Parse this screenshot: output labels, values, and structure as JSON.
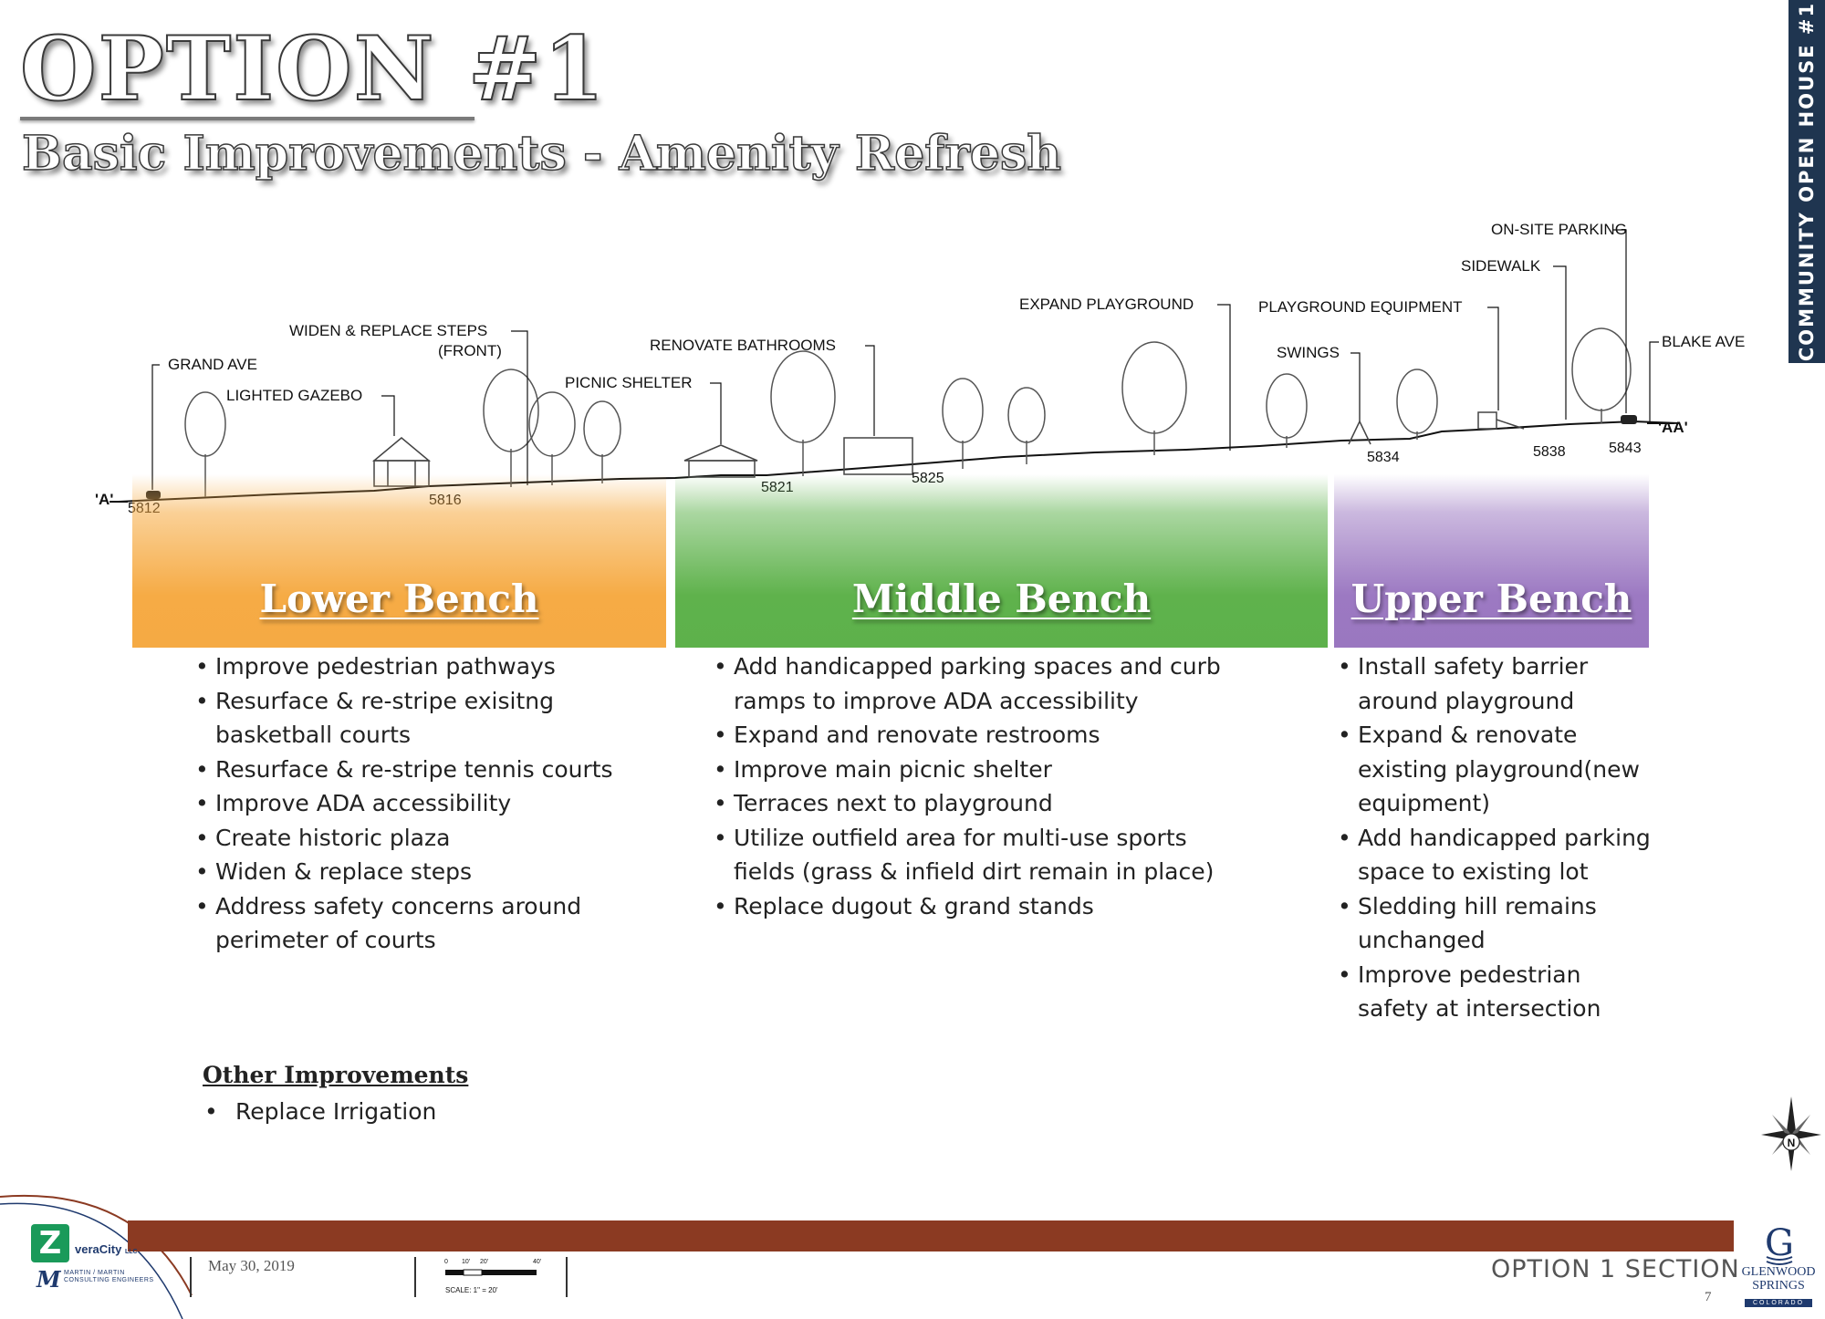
{
  "title": "OPTION #1",
  "subtitle": "Basic Improvements - Amenity Refresh",
  "side_tab": "COMMUNITY OPEN HOUSE #1",
  "section": {
    "markers": {
      "start": "'A'",
      "end": "'AA'"
    },
    "callouts": {
      "grand_ave": "GRAND AVE",
      "lighted_gazebo": "LIGHTED GAZEBO",
      "widen_steps": "WIDEN & REPLACE STEPS",
      "widen_steps_2": "(FRONT)",
      "picnic_shelter": "PICNIC SHELTER",
      "renovate_bathrooms": "RENOVATE BATHROOMS",
      "expand_playground": "EXPAND PLAYGROUND",
      "playground_equipment": "PLAYGROUND EQUIPMENT",
      "swings": "SWINGS",
      "sidewalk": "SIDEWALK",
      "on_site_parking": "ON-SITE PARKING",
      "blake_ave": "BLAKE AVE"
    },
    "elevations": [
      "5812",
      "5816",
      "5821",
      "5825",
      "5834",
      "5838",
      "5843"
    ]
  },
  "benches": {
    "lower": {
      "title": "Lower Bench",
      "color": "#f6ab45",
      "items": [
        "Improve pedestrian pathways",
        "Resurface & re-stripe exisitng basketball courts",
        "Resurface & re-stripe tennis courts",
        "Improve ADA accessibility",
        "Create historic plaza",
        "Widen & replace steps",
        "Address safety concerns around perimeter of courts"
      ]
    },
    "middle": {
      "title": "Middle Bench",
      "color": "#5fb24c",
      "items": [
        "Add handicapped parking spaces and curb ramps to improve ADA accessibility",
        "Expand and renovate restrooms",
        "Improve main picnic shelter",
        "Terraces next to playground",
        "Utilize outfield area for multi-use sports fields (grass & infield dirt remain in place)",
        "Replace dugout & grand stands"
      ]
    },
    "upper": {
      "title": "Upper Bench",
      "color": "#9c79c2",
      "items": [
        "Install safety barrier around playground",
        "Expand & renovate existing playground(new equipment)",
        "Add handicapped parking space to existing lot",
        "Sledding hill remains unchanged",
        "Improve pedestrian safety at intersection"
      ]
    }
  },
  "other": {
    "heading": "Other Improvements",
    "items": [
      "Replace Irrigation"
    ]
  },
  "compass_label": "N",
  "footer": {
    "date": "May 30, 2019",
    "section_label": "OPTION 1 SECTION",
    "page": "7",
    "scale_label": "SCALE: 1\" = 20'",
    "scale_ticks": [
      "0",
      "10'",
      "20'",
      "40'"
    ],
    "logo_z": "Z",
    "logo_veracity": "veraCity",
    "logo_veracity_suffix": "LLC",
    "logo_mm_mark": "M",
    "logo_mm_line1": "MARTIN / MARTIN",
    "logo_mm_line2": "CONSULTING ENGINEERS",
    "city_line1": "GLENWOOD",
    "city_line2": "SPRINGS",
    "city_state": "COLORADO",
    "city_mark": "G",
    "brand_color": "#1f3a6e",
    "footer_bar_color": "#8b3a22"
  }
}
